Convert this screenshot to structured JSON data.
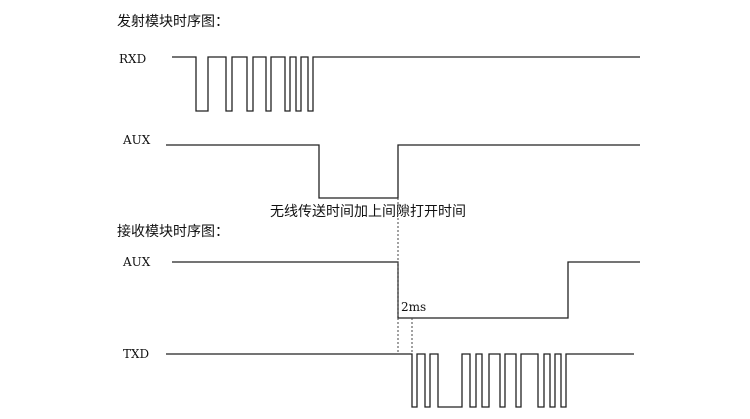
{
  "tx_title": "发射模块时序图：",
  "rx_title": "接收模块时序图：",
  "signals": {
    "rxd": "RXD",
    "aux_tx": "AUX",
    "aux_rx": "AUX",
    "txd": "TXD"
  },
  "annotations": {
    "tx_interval": "无线传送时间加上间隙打开时间",
    "delay": "2ms"
  }
}
